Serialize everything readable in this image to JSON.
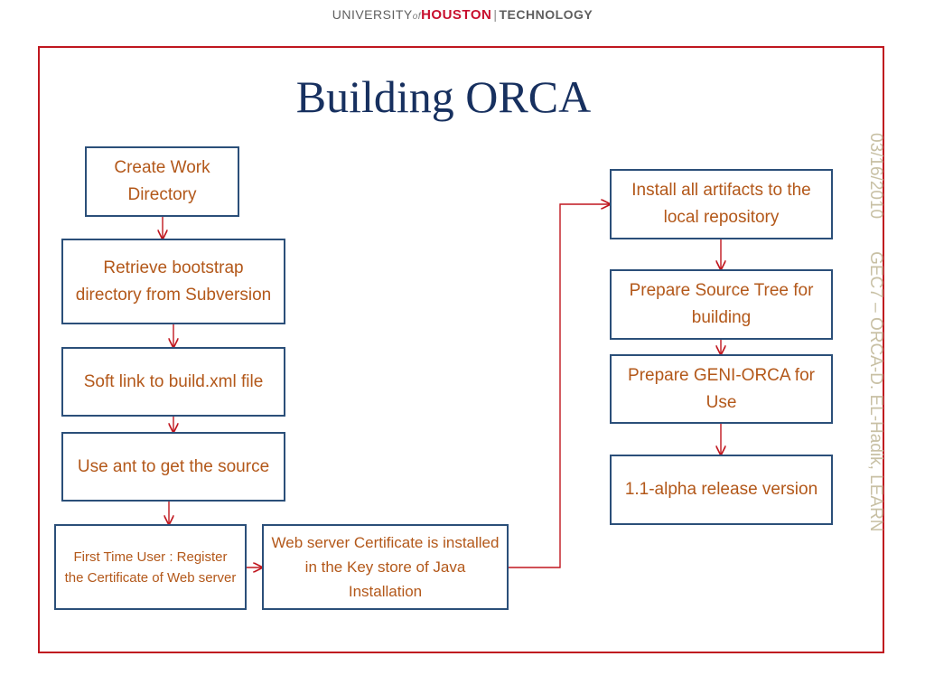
{
  "header": {
    "university": "UNIVERSITY",
    "of": "of",
    "houston": "HOUSTON",
    "technology": "TECHNOLOGY"
  },
  "slide": {
    "title": "Building ORCA",
    "date": "03/16/2010",
    "footer": "GEC7 – ORCA-D. EL-Hadik, LEARN"
  },
  "colors": {
    "frame": "#c0171f",
    "title": "#17305f",
    "box_border": "#2b4f79",
    "box_text": "#b3581a",
    "arrow": "#c0171f",
    "side_text": "#c8c0a4"
  },
  "steps": {
    "create_work_directory": "Create Work Directory",
    "retrieve_bootstrap": "Retrieve bootstrap directory from Subversion",
    "soft_link": "Soft link to build.xml file",
    "use_ant": "Use ant to get the source",
    "first_time_user": "First Time User : Register the Certificate of Web server",
    "web_server_cert": "Web server Certificate is installed in the Key store of Java Installation",
    "install_artifacts": "Install all artifacts to the local repository",
    "prepare_source_tree": "Prepare Source Tree for building",
    "prepare_geni_orca": "Prepare GENI-ORCA for Use",
    "release_version": "1.1-alpha release version"
  }
}
